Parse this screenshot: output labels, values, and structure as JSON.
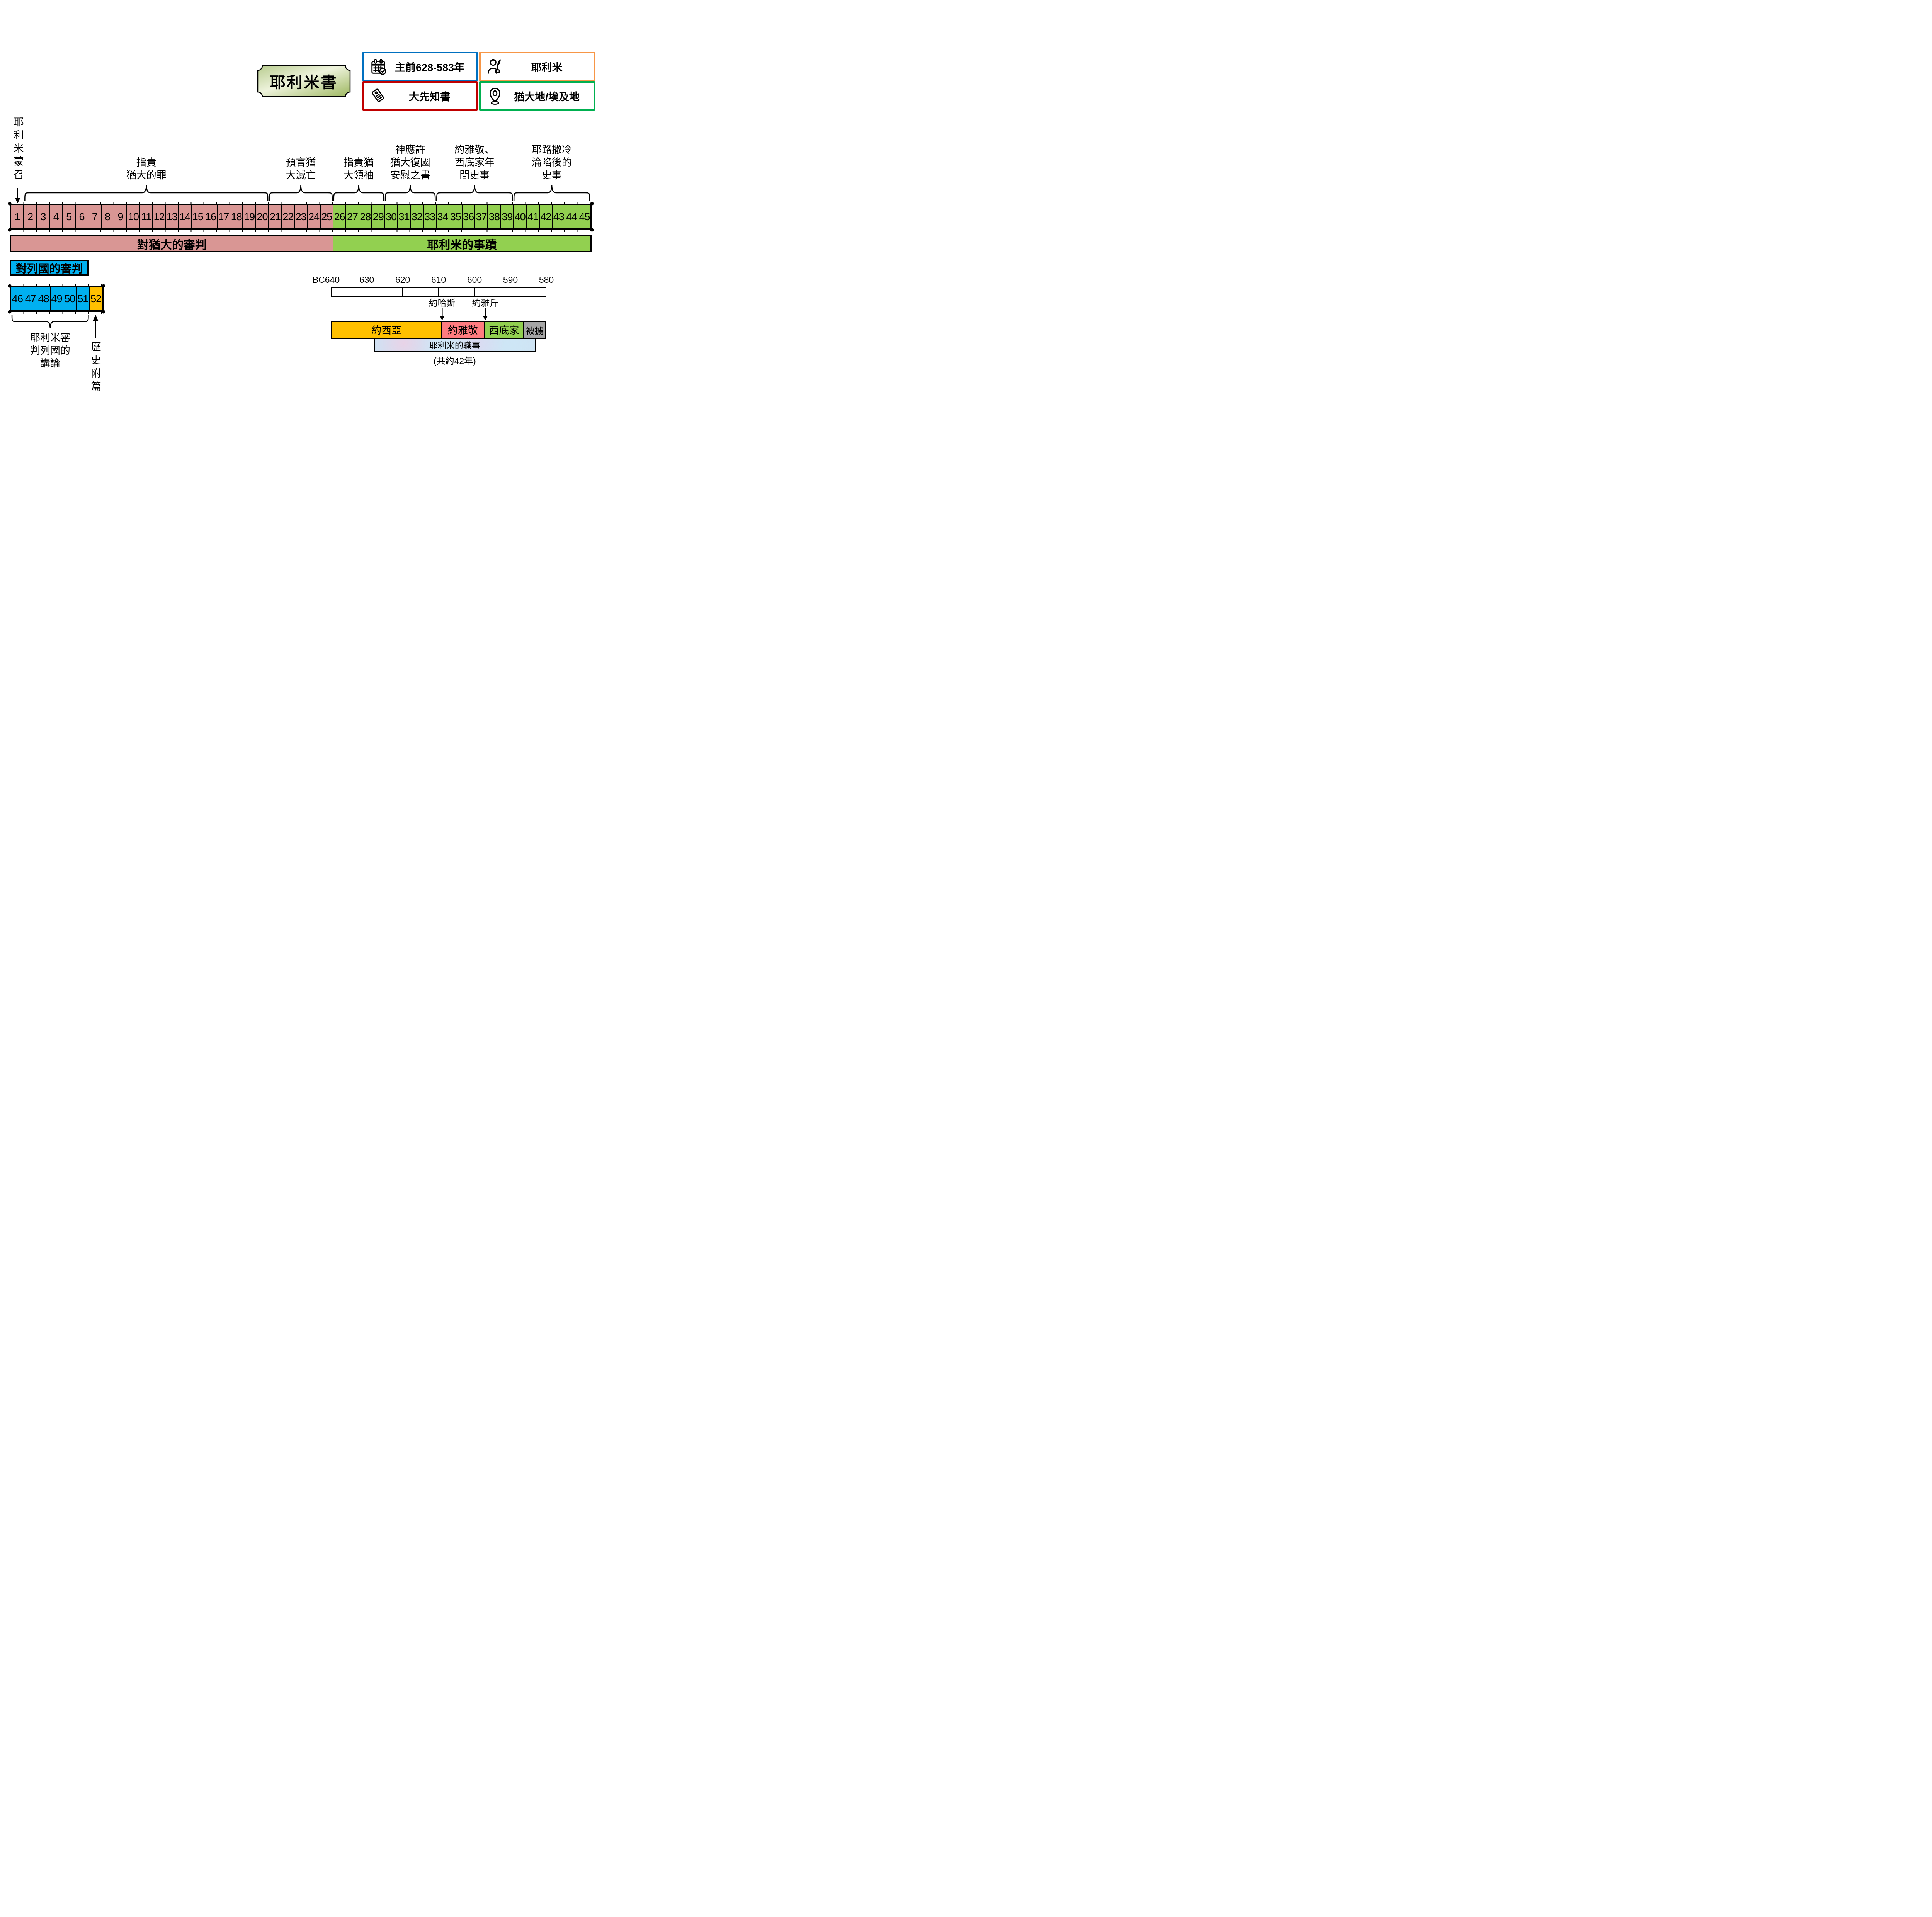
{
  "title": "耶利米書",
  "info_boxes": [
    {
      "id": "date",
      "icon": "calendar-icon",
      "label": "主前628-583年",
      "border_color": "#0070C0"
    },
    {
      "id": "author",
      "icon": "author-icon",
      "label": "耶利米",
      "border_color": "#F79646"
    },
    {
      "id": "category",
      "icon": "tag-icon",
      "label": "大先知書",
      "border_color": "#C00000"
    },
    {
      "id": "location",
      "icon": "location-pin-icon",
      "label": "猶大地/埃及地",
      "border_color": "#00B050"
    }
  ],
  "calling": {
    "label": "耶利米蒙召",
    "chapter": 1
  },
  "sections": [
    {
      "label": "指責\n猶大的罪",
      "start": 2,
      "end": 20
    },
    {
      "label": "預言猶\n大滅亡",
      "start": 21,
      "end": 25
    },
    {
      "label": "指責猶\n大領袖",
      "start": 26,
      "end": 29
    },
    {
      "label": "神應許\n猶大復國\n安慰之書",
      "start": 30,
      "end": 33
    },
    {
      "label": "約雅敬、\n西底家年\n間史事",
      "start": 34,
      "end": 39
    },
    {
      "label": "耶路撒冷\n淪陷後的\n史事",
      "start": 40,
      "end": 45
    }
  ],
  "main_bar": {
    "first_chapter": 1,
    "last_chapter": 45,
    "pink_through": 25
  },
  "summary_row": [
    {
      "label": "對猶大的審判",
      "start": 1,
      "end": 25,
      "color_key": "pink"
    },
    {
      "label": "耶利米的事蹟",
      "start": 26,
      "end": 45,
      "color_key": "green"
    }
  ],
  "nations": {
    "title": "對列國的審判",
    "start": 46,
    "end": 51,
    "label": "耶利米審\n判列國的\n講論",
    "appendix": {
      "chapter": 52,
      "label": "歷史附篇"
    }
  },
  "timeline": {
    "tick_labels": [
      "BC640",
      "630",
      "620",
      "610",
      "600",
      "590",
      "580"
    ],
    "start_year": 640,
    "end_year": 580,
    "kings": [
      {
        "name": "約西亞",
        "from": 640,
        "to": 609,
        "color": "#FFC000"
      },
      {
        "name": "約雅敬",
        "from": 609,
        "to": 597,
        "color": "#FF7C80"
      },
      {
        "name": "西底家",
        "from": 597,
        "to": 586,
        "color": "#92D050"
      },
      {
        "name": "被擄",
        "from": 586,
        "to": 580,
        "color": "#A6A6A6"
      }
    ],
    "markers": [
      {
        "name": "約哈斯",
        "year": 609
      },
      {
        "name": "約雅斤",
        "year": 597
      }
    ],
    "ministry": {
      "label": "耶利米的職事",
      "from": 628,
      "to": 583,
      "note": "(共約42年)"
    }
  },
  "colors": {
    "pink": "#D99694",
    "green": "#92D050",
    "blue": "#00B0F0",
    "yellow": "#FFC000",
    "salmon": "#FF7C80",
    "gray": "#A6A6A6",
    "plaque_light": "#EEF3DC",
    "plaque_dark": "#9DB75F",
    "plaque_mid": "#B8CC8F"
  }
}
